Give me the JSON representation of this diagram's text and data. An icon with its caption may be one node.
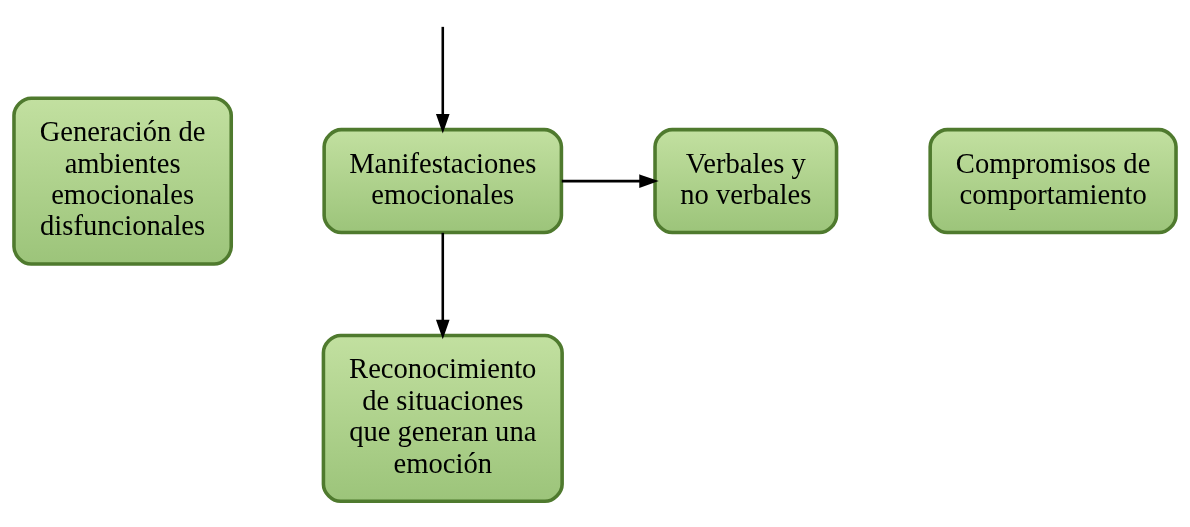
{
  "diagram": {
    "nodes": [
      {
        "text": [
          "Generación de ambientes emocionales disfuncionales"
        ]
      },
      {
        "text": [
          "Manifestaciones emocionales"
        ]
      },
      {
        "text": [
          "Verbales y no verbales"
        ]
      },
      {
        "text": [
          "Compromisos de comportamiento"
        ]
      },
      {
        "text": [
          "Reconocimiento de situaciones que generan una emoción"
        ]
      }
    ],
    "edges": [
      {
        "from": null,
        "to": 1,
        "arrow": "to"
      },
      {
        "from": 1,
        "to": 2,
        "arrow": "to"
      },
      {
        "from": 1,
        "to": 4,
        "arrow": "to"
      }
    ]
  }
}
